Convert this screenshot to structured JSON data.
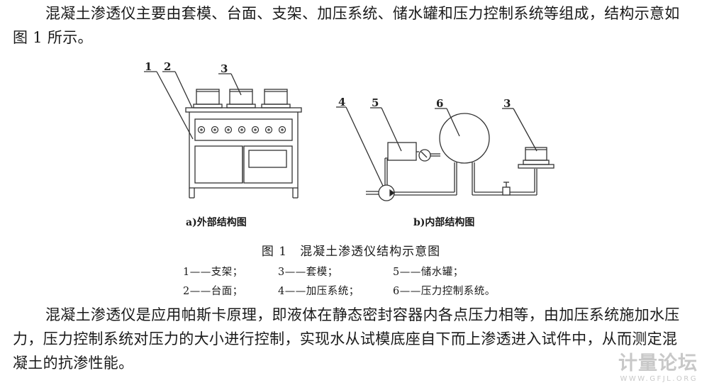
{
  "paragraphs": {
    "intro": "混凝土渗透仪主要由套模、台面、支架、加压系统、储水罐和压力控制系统等组成，结构示意如图 1 所示。",
    "principle": "混凝土渗透仪是应用帕斯卡原理，即液体在静态密封容器内各点压力相等，由加压系统施加水压力，压力控制系统对压力的大小进行控制，实现水从试模底座自下而上渗透进入试件中，从而测定混凝土的抗渗性能。"
  },
  "figure": {
    "title": "图 1　混凝土渗透仪结构示意图",
    "subfigure_a": {
      "caption": "a)外部结构图",
      "callouts": [
        "1",
        "2",
        "3"
      ]
    },
    "subfigure_b": {
      "caption": "b)内部结构图",
      "callouts": [
        "4",
        "5",
        "6",
        "3"
      ]
    },
    "legend": [
      {
        "num": "1",
        "label": "支架；"
      },
      {
        "num": "3",
        "label": "套模；"
      },
      {
        "num": "5",
        "label": "储水罐；"
      },
      {
        "num": "2",
        "label": "台面；"
      },
      {
        "num": "4",
        "label": "加压系统；"
      },
      {
        "num": "6",
        "label": "压力控制系统。"
      }
    ],
    "legend_dash": "——"
  },
  "watermark": {
    "name": "计量论坛",
    "url": "WWW.GFJL.ORG"
  }
}
